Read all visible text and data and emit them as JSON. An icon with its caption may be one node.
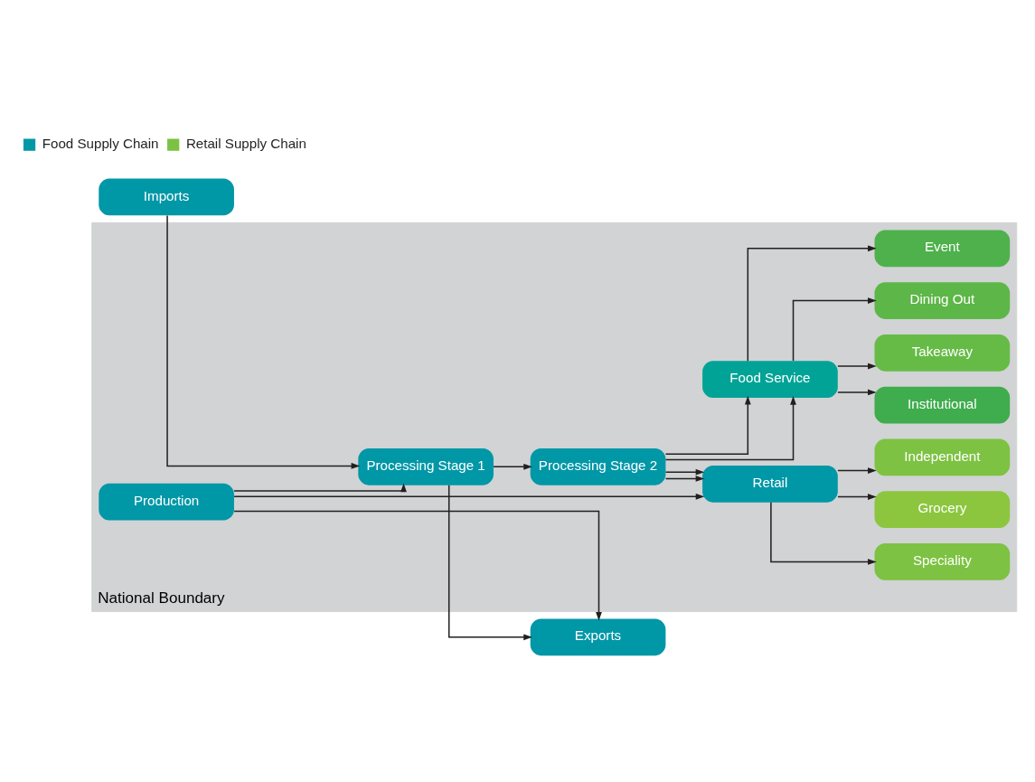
{
  "diagram": {
    "nodes": [
      {
        "text": [
          "Exports"
        ]
      },
      {
        "text": [
          "National Boundary"
        ]
      },
      {
        "text": [
          "Production"
        ],
        "in": 1
      },
      {
        "text": [
          "Processing Stage 1"
        ],
        "in": 1
      },
      {
        "text": [
          "Processing Stage 2"
        ],
        "in": 1
      },
      {
        "text": [
          "Retail"
        ],
        "in": 1
      },
      {
        "text": [
          "Grocery"
        ],
        "in": 1
      },
      {
        "text": [
          "Independent"
        ],
        "in": 1
      },
      {
        "text": [
          "Speciality"
        ],
        "in": 1
      },
      {
        "text": [
          "Food Service"
        ],
        "in": 1
      },
      {
        "text": [
          "Takeaway"
        ],
        "in": 1
      },
      {
        "text": [
          "Dining Out"
        ],
        "in": 1
      },
      {
        "text": [
          "Event"
        ],
        "in": 1
      },
      {
        "text": [
          "Institutional"
        ],
        "in": 1
      },
      {
        "text": [
          "Imports"
        ]
      }
    ],
    "edges": [
      {
        "from": 2,
        "to": 0,
        "arrow": "to"
      },
      {
        "from": 2,
        "to": 3,
        "arrow": "to"
      },
      {
        "from": 2,
        "to": 5,
        "arrow": "to"
      },
      {
        "from": 3,
        "to": 0,
        "arrow": "to"
      },
      {
        "from": 14,
        "to": 3,
        "arrow": "to"
      },
      {
        "from": 3,
        "to": 4,
        "arrow": "to"
      },
      {
        "from": 4,
        "to": 5,
        "arrow": "to"
      },
      {
        "from": 4,
        "to": 5,
        "arrow": "to"
      },
      {
        "from": 4,
        "to": 9,
        "arrow": "to"
      },
      {
        "from": 4,
        "to": 9,
        "arrow": "to"
      },
      {
        "from": 5,
        "to": 6,
        "arrow": "to"
      },
      {
        "from": 5,
        "to": 7,
        "arrow": "to"
      },
      {
        "from": 5,
        "to": 8,
        "arrow": "to"
      },
      {
        "from": 9,
        "to": 10,
        "arrow": "to"
      },
      {
        "from": 9,
        "to": 11,
        "arrow": "to"
      },
      {
        "from": 9,
        "to": 12,
        "arrow": "to"
      },
      {
        "from": 9,
        "to": 13,
        "arrow": "to"
      }
    ],
    "legend": [
      {
        "text": "Food Supply Chain",
        "color": "#0097a7"
      },
      {
        "text": "Retail Supply Chain",
        "color": "#7cc242"
      }
    ]
  }
}
